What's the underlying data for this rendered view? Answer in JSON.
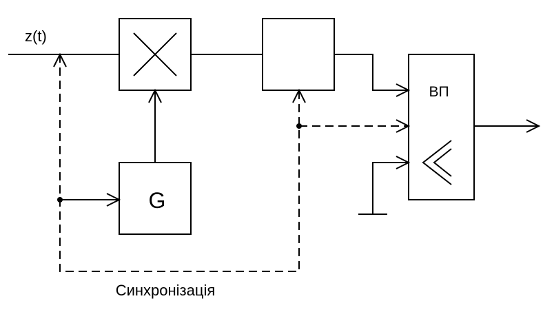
{
  "diagram": {
    "input_label": "z(t)",
    "generator_label": "G",
    "output_block_label": "ВП",
    "sync_label": "Синхронізація"
  },
  "colors": {
    "stroke": "#000000",
    "background": "#ffffff"
  }
}
